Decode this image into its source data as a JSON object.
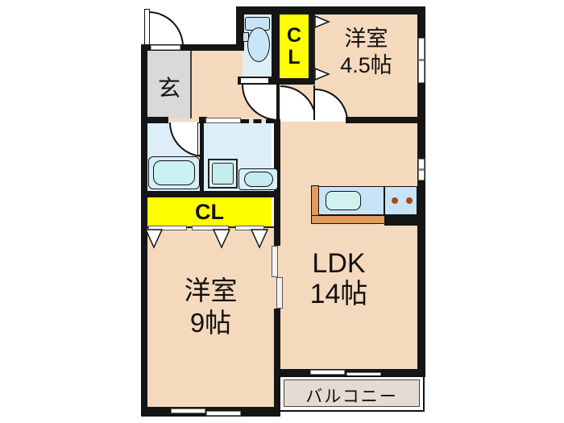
{
  "floorplan": {
    "rooms": {
      "entrance": {
        "label": "玄"
      },
      "closet_upper": {
        "line1": "C",
        "line2": "L"
      },
      "western_room_small": {
        "name": "洋室",
        "area": "4.5帖"
      },
      "closet_middle": {
        "label": "CL"
      },
      "western_room_large": {
        "name": "洋室",
        "area": "9帖"
      },
      "ldk": {
        "name": "LDK",
        "area": "14帖"
      },
      "balcony": {
        "label": "バルコニー"
      }
    },
    "colors": {
      "wall": "#151515",
      "room_fill": "#F5D9BD",
      "entrance_fill": "#D9D9D9",
      "wet_area_fill": "#DEEEF9",
      "closet_fill": "#FFFF00",
      "balcony_fill": "#E4DCD4",
      "counter_fill": "#C9E3F6",
      "counter_edge": "#E29B5C",
      "fixture_fill": "#C9F0F2",
      "burner": "#A84A10"
    }
  }
}
